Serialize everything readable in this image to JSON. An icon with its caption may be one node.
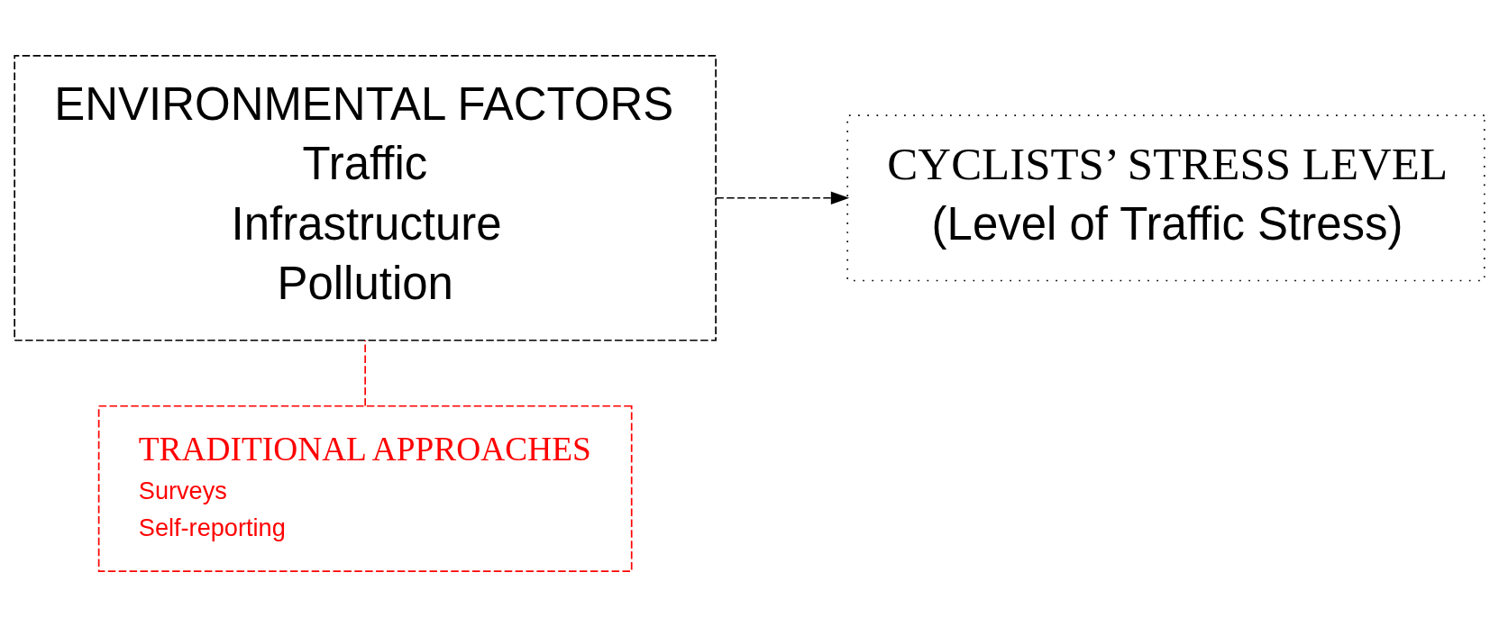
{
  "diagram": {
    "nodes": [
      {
        "text": [
          "ENVIRONMENTAL FACTORS",
          "Traffic",
          "Infrastructure",
          "Pollution"
        ]
      },
      {
        "text": [
          "CYCLISTS’ STRESS LEVEL",
          "(Level of Traffic Stress)"
        ]
      },
      {
        "text": [
          "TRADITIONAL APPROACHES",
          "Surveys",
          "Self-reporting"
        ]
      }
    ],
    "edges": [
      {
        "from": 0,
        "to": 1,
        "arrow": "to",
        "style": "dashed"
      },
      {
        "from": 2,
        "to": 0,
        "arrow": "none",
        "style": "dashed",
        "color": "#ff0000"
      }
    ]
  }
}
